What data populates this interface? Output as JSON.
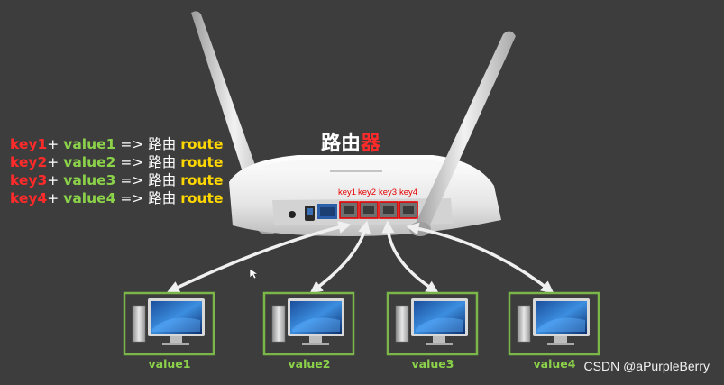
{
  "legend": [
    {
      "key": "key1",
      "plus": "+ ",
      "value": "value1",
      "arrow": " => 路由 ",
      "route": "route"
    },
    {
      "key": "key2",
      "plus": "+ ",
      "value": "value2",
      "arrow": " => 路由 ",
      "route": "route"
    },
    {
      "key": "key3",
      "plus": "+ ",
      "value": "value3",
      "arrow": " => 路由 ",
      "route": "route"
    },
    {
      "key": "key4",
      "plus": "+ ",
      "value": "value4",
      "arrow": " => 路由 ",
      "route": "route"
    }
  ],
  "router": {
    "title_main": "路由",
    "title_accent": "器",
    "ports": [
      "key1",
      "key2",
      "key3",
      "key4"
    ]
  },
  "computers": [
    "value1",
    "value2",
    "value3",
    "value4"
  ],
  "watermark": "CSDN @aPurpleBerry",
  "colors": {
    "key": "#ff2a2a",
    "value": "#8bd14a",
    "route": "#ffd700",
    "background": "#3d3d3d",
    "port_box": "#e60000",
    "computer_frame": "#7ab648"
  },
  "icons": [
    "router-icon",
    "antenna-icon",
    "computer-icon",
    "arrow-icon",
    "cursor-icon"
  ]
}
